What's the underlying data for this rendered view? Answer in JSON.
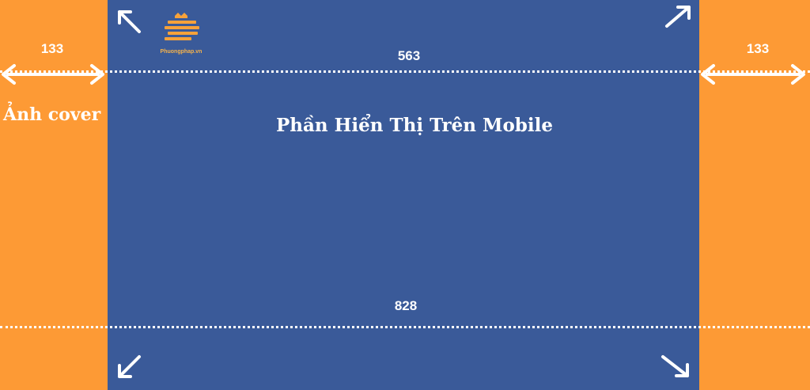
{
  "colors": {
    "side_panel": "#fd9a35",
    "center_panel": "#3a5a99",
    "marks": "#ffffff",
    "logo": "#f7a23a"
  },
  "labels": {
    "cover_width_left": "133",
    "cover_width_right": "133",
    "mobile_width": "563",
    "total_width": "828",
    "cover_caption": "Ảnh cover",
    "mobile_caption": "Phần Hiển Thị Trên Mobile"
  },
  "logo": {
    "icon": "crown-stripes-logo-icon",
    "text": "Phuongphap.vn"
  },
  "icons": {
    "width_arrows": "double-headed-arrow-icon",
    "corner_arrows": "diagonal-arrow-icon"
  }
}
